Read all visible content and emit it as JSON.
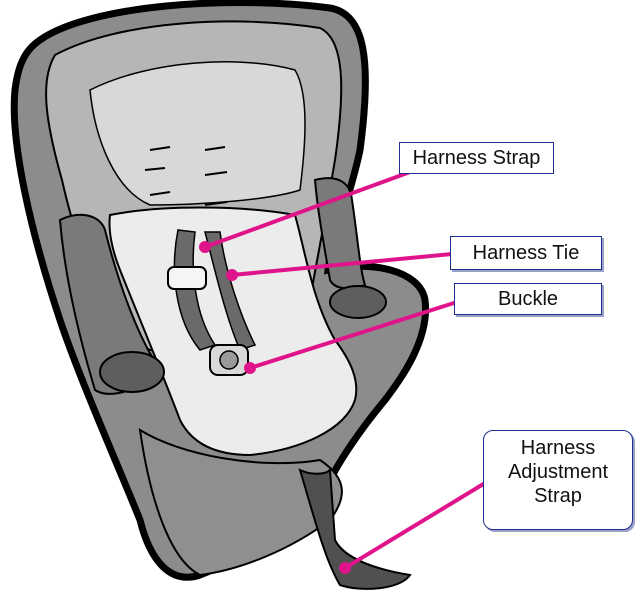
{
  "diagram": {
    "labels": {
      "harness_strap": "Harness Strap",
      "harness_tie": "Harness Tie",
      "buckle": "Buckle",
      "harness_adjustment_strap": "Harness\nAdjustment\nStrap"
    },
    "colors": {
      "leader_line": "#e0148a",
      "outline": "#000000",
      "shell_dark": "#6f6f6f",
      "shell_mid": "#a3a3a3",
      "pad_light": "#d6d6d6",
      "pad_white": "#f3f3f3",
      "label_border": "#1f2f8f"
    }
  }
}
